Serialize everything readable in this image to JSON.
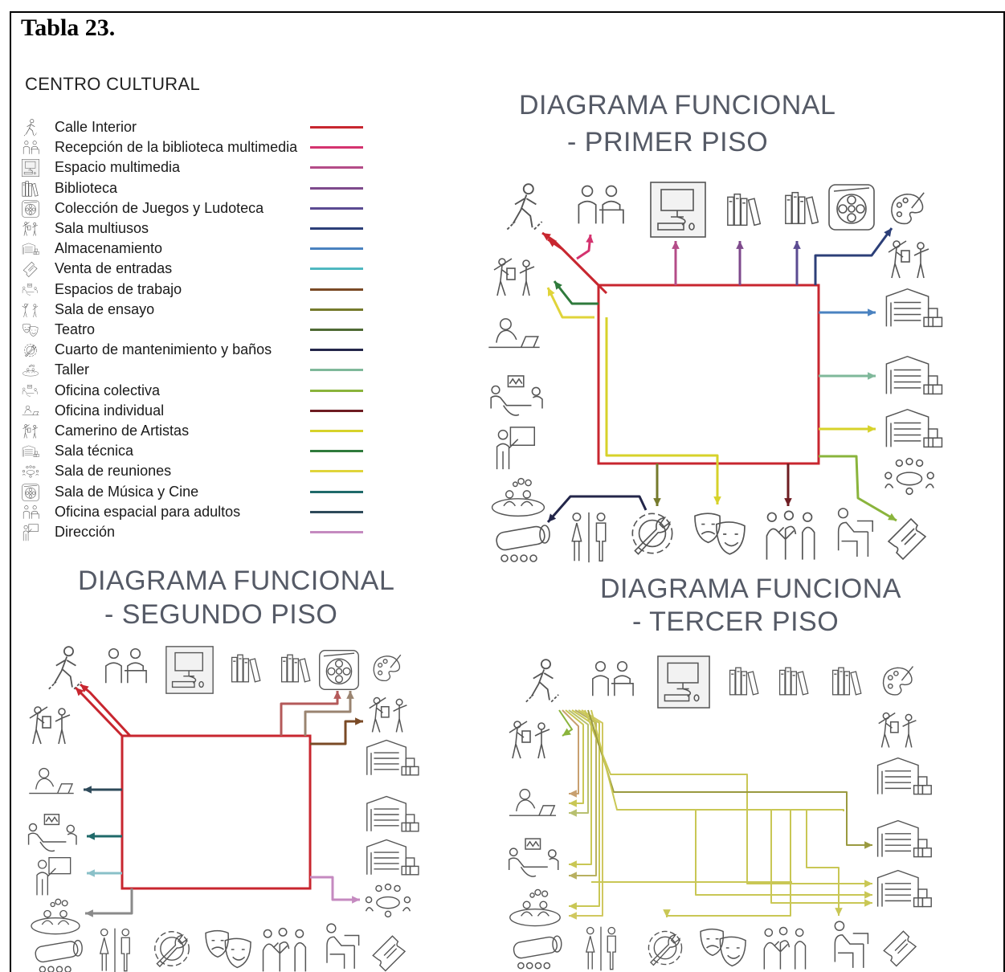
{
  "table_label": "Tabla 23.",
  "section_title": "CENTRO CULTURAL",
  "legend": [
    {
      "icon": "walking-person-icon",
      "label": "Calle Interior",
      "color": "#c8262f"
    },
    {
      "icon": "reception-people-icon",
      "label": "Recepción de la biblioteca multimedia",
      "color": "#d4336f"
    },
    {
      "icon": "computer-icon",
      "label": "Espacio multimedia",
      "color": "#b44c88"
    },
    {
      "icon": "books-icon",
      "label": "Biblioteca",
      "color": "#7e4a8c"
    },
    {
      "icon": "game-icon",
      "label": "Colección de Juegos y Ludoteca",
      "color": "#5b4b92"
    },
    {
      "icon": "multipurpose-room-icon",
      "label": "Sala multiusos",
      "color": "#2c3f78"
    },
    {
      "icon": "storage-icon",
      "label": "Almacenamiento",
      "color": "#4a82c0"
    },
    {
      "icon": "ticket-icon",
      "label": "Venta de entradas",
      "color": "#4fb8c0"
    },
    {
      "icon": "workspace-icon",
      "label": "Espacios de trabajo",
      "color": "#7a4a26"
    },
    {
      "icon": "rehearsal-icon",
      "label": "Sala de ensayo",
      "color": "#757a2c"
    },
    {
      "icon": "theater-masks-icon",
      "label": "Teatro",
      "color": "#4f6a34"
    },
    {
      "icon": "maintenance-gear-icon",
      "label": "Cuarto de mantenimiento y baños",
      "color": "#23264a"
    },
    {
      "icon": "workshop-icon",
      "label": "Taller",
      "color": "#7fb89a"
    },
    {
      "icon": "collective-office-icon",
      "label": "Oficina colectiva",
      "color": "#8ab43c"
    },
    {
      "icon": "individual-office-icon",
      "label": "Oficina individual",
      "color": "#6e1c22"
    },
    {
      "icon": "dressing-room-icon",
      "label": "Camerino de Artistas",
      "color": "#d7d22a"
    },
    {
      "icon": "technical-room-icon",
      "label": "Sala técnica",
      "color": "#2f7a3c"
    },
    {
      "icon": "meeting-room-icon",
      "label": "Sala de reuniones",
      "color": "#e0d43a"
    },
    {
      "icon": "music-cinema-icon",
      "label": "Sala de Música y Cine",
      "color": "#1f6a6a"
    },
    {
      "icon": "adult-office-icon",
      "label": "Oficina espacial para adultos",
      "color": "#2e4a5a"
    },
    {
      "icon": "direction-icon",
      "label": "Dirección",
      "color": "#c58ac0"
    }
  ],
  "diagrams": {
    "first": {
      "line1": "DIAGRAMA FUNCIONAL",
      "line2": "-  PRIMER PISO"
    },
    "second": {
      "line1": "DIAGRAMA FUNCIONAL",
      "line2": "-  SEGUNDO PISO"
    },
    "third": {
      "line1": "DIAGRAMA FUNCIONA",
      "line2": "-  TERCER  PISO"
    }
  }
}
